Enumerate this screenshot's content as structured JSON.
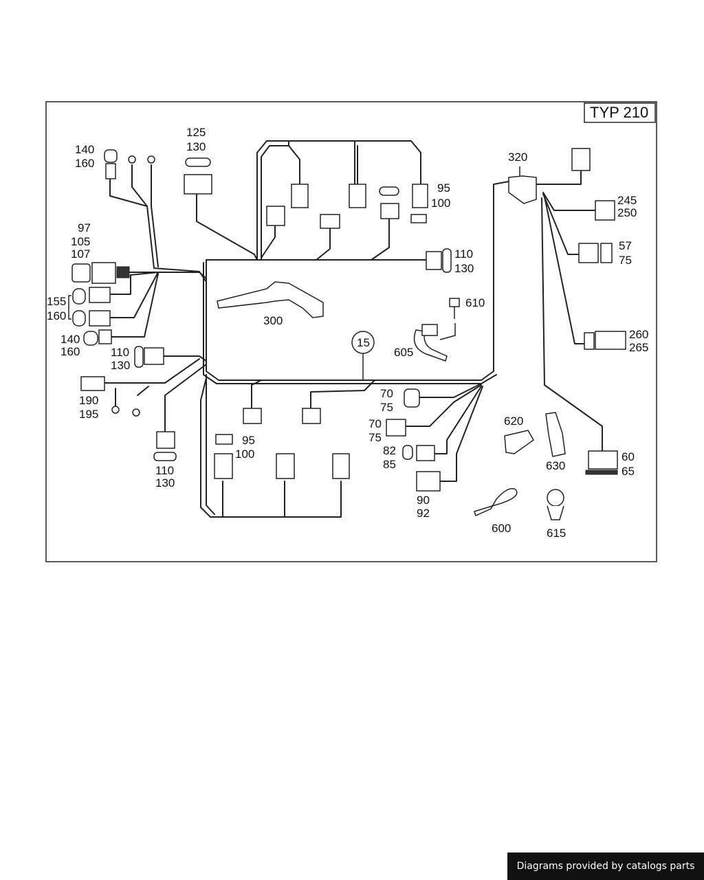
{
  "diagram": {
    "type_label": "TYP 210",
    "callout": "15",
    "labels": {
      "l_140": "140",
      "l_160": "160",
      "l_125": "125",
      "l_130a": "130",
      "l_97": "97",
      "l_105": "105",
      "l_107": "107",
      "l_155": "155",
      "l_160b": "160",
      "l_140b": "140",
      "l_160c": "160",
      "l_110a": "110",
      "l_130b": "130",
      "l_190": "190",
      "l_195": "195",
      "l_110b": "110",
      "l_130c": "130",
      "l_95a": "95",
      "l_100a": "100",
      "l_110c": "110",
      "l_130d": "130",
      "l_300": "300",
      "l_610": "610",
      "l_605": "605",
      "l_95b": "95",
      "l_100b": "100",
      "l_70a": "70",
      "l_75a": "75",
      "l_70b": "70",
      "l_75b": "75",
      "l_82": "82",
      "l_85": "85",
      "l_90": "90",
      "l_92": "92",
      "l_320": "320",
      "l_245": "245",
      "l_250": "250",
      "l_57": "57",
      "l_75c": "75",
      "l_260": "260",
      "l_265": "265",
      "l_620": "620",
      "l_630": "630",
      "l_60": "60",
      "l_65": "65",
      "l_600": "600",
      "l_615": "615"
    }
  },
  "footer": {
    "text": "Diagrams provided by catalogs parts"
  }
}
